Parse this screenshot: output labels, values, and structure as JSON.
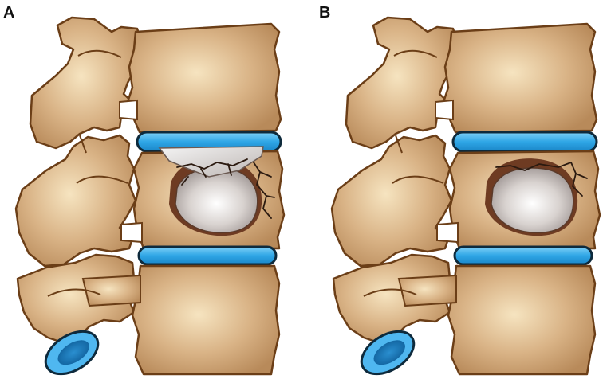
{
  "panels": [
    {
      "label": "A",
      "state": "fractured vertebral body with bone cement filling and cracked endplate"
    },
    {
      "label": "B",
      "state": "vertebral body with bone cement filling, intact endplate"
    }
  ],
  "colors": {
    "bone": "#c9a070",
    "bone_highlight": "#f3dfb8",
    "bone_outline": "#6b3e17",
    "disc": "#2fa6e6",
    "disc_outline": "#0e2a3c",
    "cement": "#cfc8c5",
    "cement_highlight": "#ffffff",
    "cavity_shadow": "#6e3b22"
  }
}
